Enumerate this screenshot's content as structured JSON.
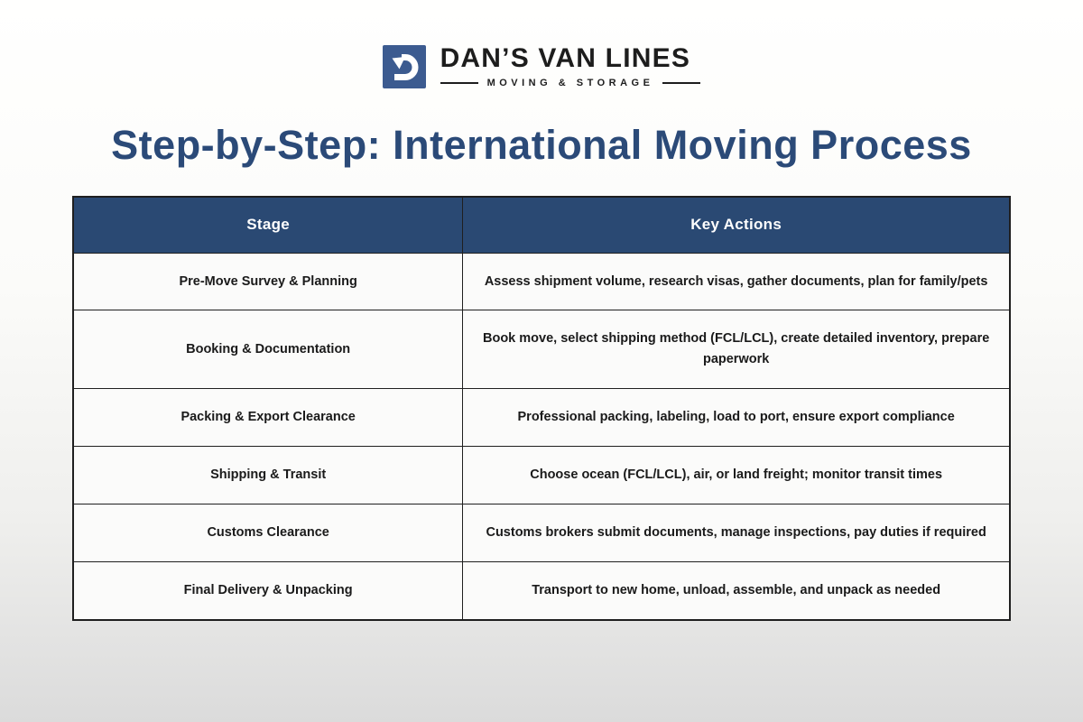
{
  "logo": {
    "name": "DAN’S VAN LINES",
    "tagline": "MOVING & STORAGE",
    "icon": "d-arrow-icon",
    "icon_bg_color": "#3c5b90"
  },
  "page": {
    "title": "Step-by-Step: International Moving Process",
    "title_color": "#2b4a78"
  },
  "colors": {
    "table_header_bg": "#2a4973",
    "table_header_text": "#ffffff",
    "table_border": "#1f1f1f",
    "cell_bg": "#fbfbfa",
    "body_text": "#1a1a1a"
  },
  "table": {
    "columns": [
      "Stage",
      "Key Actions"
    ],
    "rows": [
      {
        "stage": "Pre-Move Survey & Planning",
        "actions": "Assess shipment volume, research visas, gather documents, plan for family/pets"
      },
      {
        "stage": "Booking & Documentation",
        "actions": "Book move, select shipping method (FCL/LCL), create detailed inventory, prepare paperwork"
      },
      {
        "stage": "Packing & Export Clearance",
        "actions": "Professional packing, labeling, load to port, ensure export compliance"
      },
      {
        "stage": "Shipping & Transit",
        "actions": "Choose ocean (FCL/LCL), air, or land freight; monitor transit times"
      },
      {
        "stage": "Customs Clearance",
        "actions": "Customs brokers submit documents, manage inspections, pay duties if required"
      },
      {
        "stage": "Final Delivery & Unpacking",
        "actions": "Transport to new home, unload, assemble, and unpack as needed"
      }
    ]
  }
}
